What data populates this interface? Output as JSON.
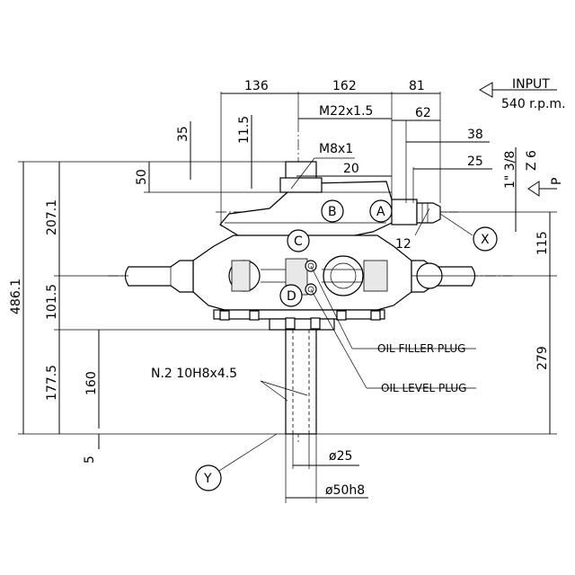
{
  "dimensions": {
    "top_136": "136",
    "top_162": "162",
    "top_81": "81",
    "m22": "M22x1.5",
    "d62": "62",
    "d38": "38",
    "d25": "25",
    "d20": "20",
    "d12": "12",
    "m8": "M8x1",
    "d11_5": "11.5",
    "d35": "35",
    "d50": "50",
    "d207_1": "207.1",
    "d486_1": "486.1",
    "d101_5": "101.5",
    "d177_5": "177.5",
    "d160": "160",
    "d5": "5",
    "d115": "115",
    "d279": "279",
    "phi25": "ø25",
    "phi50": "ø50h8",
    "spline": "N.2 10H8x4.5",
    "spline_shaft": "1\" 3/8",
    "z6": "Z 6"
  },
  "labels": {
    "input": "INPUT",
    "rpm": "540 r.p.m.",
    "p": "P",
    "oil_filler": "OIL FILLER PLUG",
    "oil_level": "OIL LEVEL PLUG"
  },
  "callouts": {
    "a": "A",
    "b": "B",
    "c": "C",
    "d": "D",
    "x": "X",
    "y": "Y"
  }
}
